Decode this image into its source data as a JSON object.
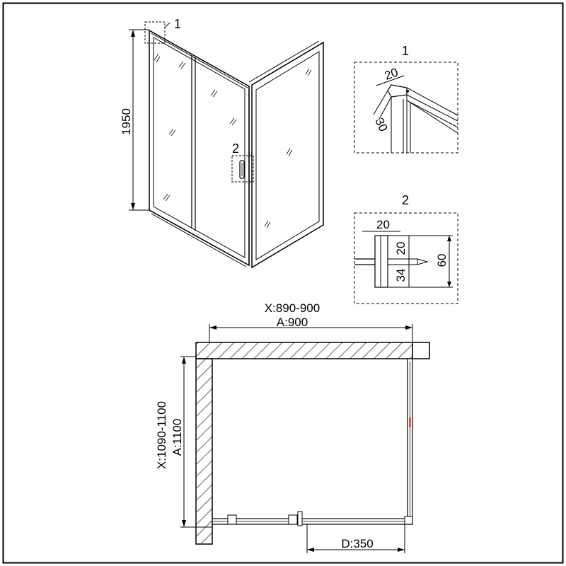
{
  "perspective": {
    "height_label": "1950",
    "callout_1": "1",
    "callout_2": "2"
  },
  "detail_1": {
    "title": "1",
    "dim_top": "20",
    "dim_side": "30"
  },
  "detail_2": {
    "title": "2",
    "dim_top": "20",
    "dim_a": "20",
    "dim_b": "34",
    "dim_total": "60"
  },
  "plan": {
    "width_range": "X:890-900",
    "width_nominal": "A:900",
    "depth_range": "X:1090-1100",
    "depth_nominal": "A:1100",
    "door_label": "D:350"
  }
}
